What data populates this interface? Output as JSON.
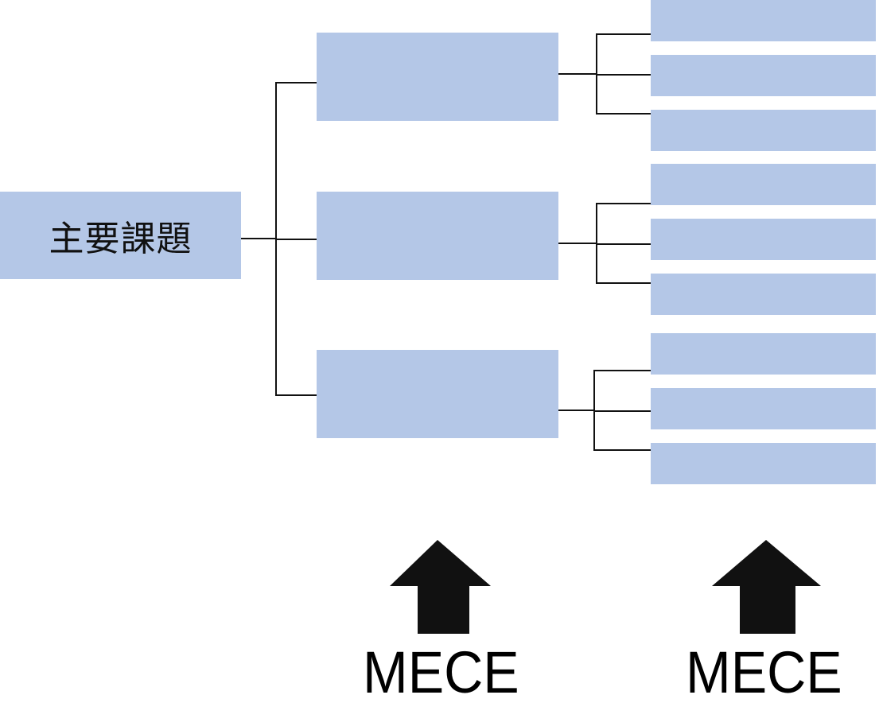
{
  "diagram": {
    "type": "logic-tree",
    "root": {
      "label": "主要課題"
    },
    "level1": [
      {
        "label": "",
        "children": [
          {
            "label": ""
          },
          {
            "label": ""
          },
          {
            "label": ""
          }
        ]
      },
      {
        "label": "",
        "children": [
          {
            "label": ""
          },
          {
            "label": ""
          },
          {
            "label": ""
          }
        ]
      },
      {
        "label": "",
        "children": [
          {
            "label": ""
          },
          {
            "label": ""
          },
          {
            "label": ""
          }
        ]
      }
    ],
    "annotations": [
      {
        "icon": "up-arrow-icon",
        "label": "MECE",
        "applies_to": "level1"
      },
      {
        "icon": "up-arrow-icon",
        "label": "MECE",
        "applies_to": "level2"
      }
    ],
    "colors": {
      "box_fill": "#b4c7e7",
      "line": "#111111",
      "arrow": "#111111",
      "text": "#111111"
    }
  }
}
